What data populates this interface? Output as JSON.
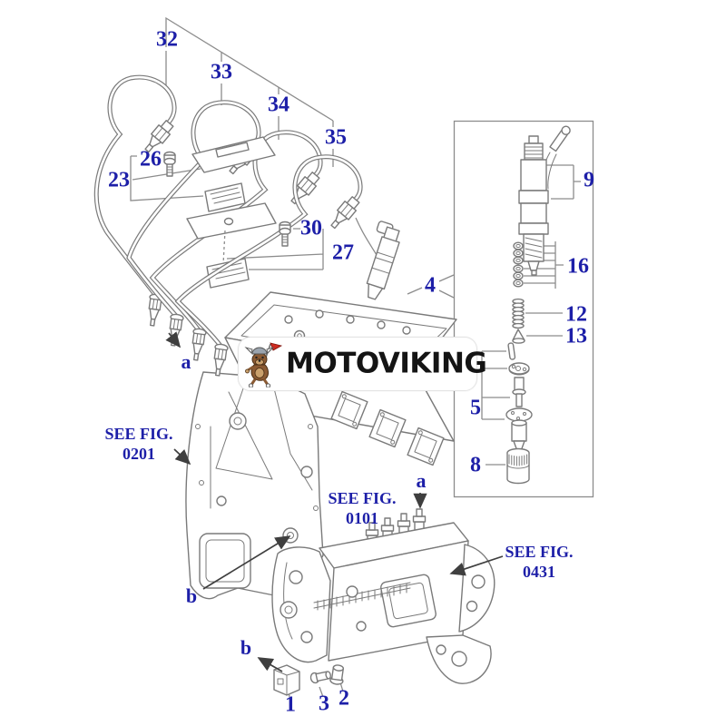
{
  "diagram": {
    "kind": "exploded-parts-diagram",
    "subject": "diesel fuel injection pipes, injector and injection pump"
  },
  "labels": {
    "p32": "32",
    "p33": "33",
    "p34": "34",
    "p35": "35",
    "p26": "26",
    "p23": "23",
    "p30": "30",
    "p27": "27",
    "p4": "4",
    "p9": "9",
    "p16": "16",
    "p12": "12",
    "p13": "13",
    "p5": "5",
    "p8": "8",
    "p1": "1",
    "p2": "2",
    "p3": "3",
    "a1": "a",
    "a2": "a",
    "b1": "b",
    "b2": "b"
  },
  "see_figures": {
    "f0201": {
      "line1": "SEE FIG.",
      "line2": "0201"
    },
    "f0101": {
      "line1": "SEE FIG.",
      "line2": "0101"
    },
    "f0431": {
      "line1": "SEE FIG.",
      "line2": "0431"
    }
  },
  "watermark": {
    "brand": "MOTOVIKING"
  },
  "colors": {
    "label_blue": "#1d1fa8",
    "line_gray": "#7a7a7a",
    "leader_gray": "#8c8c8c",
    "arrow_dark": "#3f3f3f",
    "watermark_text": "#141414",
    "mascot_brown": "#8a5a33",
    "mascot_tan": "#c9a06c",
    "mascot_helmet": "#9aa3ad",
    "mascot_flag": "#cf2b20"
  }
}
